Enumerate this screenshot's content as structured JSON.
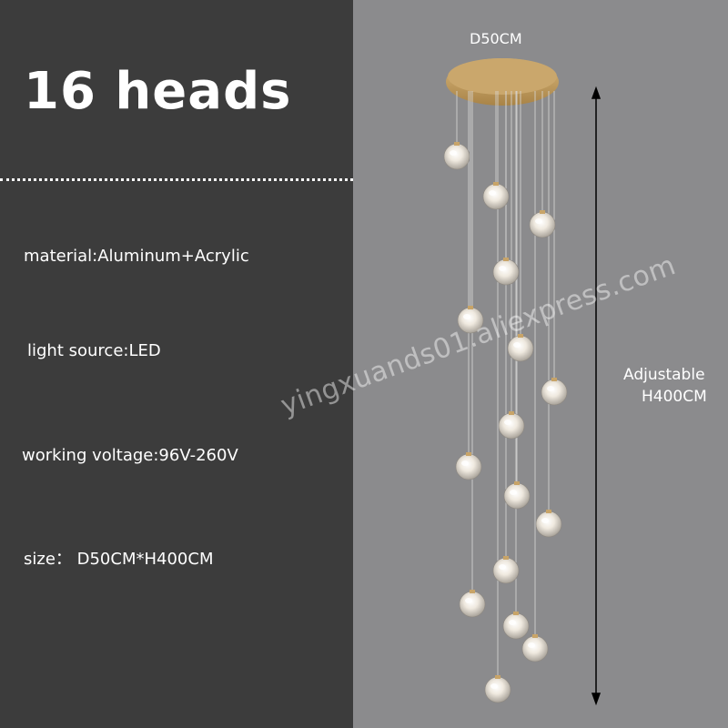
{
  "title": "16 heads",
  "specs": {
    "material": "material:Aluminum+Acrylic",
    "light_source": "light source:LED",
    "voltage": "working voltage:96V-260V",
    "size": "size： D50CM*H400CM"
  },
  "dimensions": {
    "diameter": "D50CM",
    "height_line1": "Adjustable",
    "height_line2": "H400CM"
  },
  "watermark": "yingxuands01.aliexpress.com",
  "colors": {
    "left_panel": "#3c3c3c",
    "right_panel": "#8b8b8d",
    "canopy": "#c8a468",
    "text": "#ffffff"
  },
  "product": {
    "heads": 16
  }
}
